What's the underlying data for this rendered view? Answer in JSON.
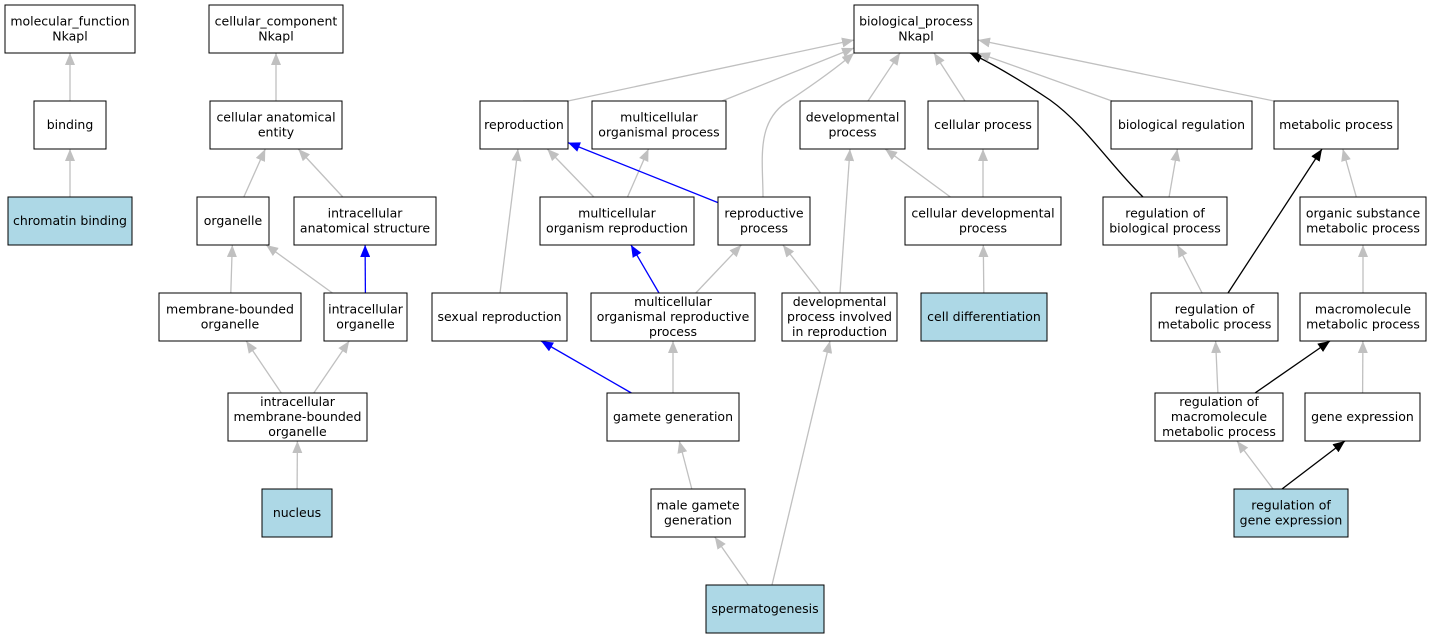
{
  "colors": {
    "term_fill": "#ffffff",
    "annotated_fill": "#add8e6",
    "edge_is_a": "#c0c0c0",
    "edge_part_of": "#0000ff",
    "edge_regulates": "#000000"
  },
  "nodes": [
    {
      "id": "mf",
      "lines": [
        "molecular_function",
        "Nkapl"
      ],
      "annotated": false
    },
    {
      "id": "cc",
      "lines": [
        "cellular_component",
        "Nkapl"
      ],
      "annotated": false
    },
    {
      "id": "bp",
      "lines": [
        "biological_process",
        "Nkapl"
      ],
      "annotated": false
    },
    {
      "id": "binding",
      "lines": [
        "binding"
      ],
      "annotated": false
    },
    {
      "id": "cae",
      "lines": [
        "cellular anatomical",
        "entity"
      ],
      "annotated": false
    },
    {
      "id": "repro",
      "lines": [
        "reproduction"
      ],
      "annotated": false
    },
    {
      "id": "mop",
      "lines": [
        "multicellular",
        "organismal process"
      ],
      "annotated": false
    },
    {
      "id": "devp",
      "lines": [
        "developmental",
        "process"
      ],
      "annotated": false
    },
    {
      "id": "cellp",
      "lines": [
        "cellular process"
      ],
      "annotated": false
    },
    {
      "id": "bioreg",
      "lines": [
        "biological regulation"
      ],
      "annotated": false
    },
    {
      "id": "metab",
      "lines": [
        "metabolic process"
      ],
      "annotated": false
    },
    {
      "id": "chromatin",
      "lines": [
        "chromatin binding"
      ],
      "annotated": true
    },
    {
      "id": "organelle",
      "lines": [
        "organelle"
      ],
      "annotated": false
    },
    {
      "id": "ias",
      "lines": [
        "intracellular",
        "anatomical structure"
      ],
      "annotated": false
    },
    {
      "id": "mor",
      "lines": [
        "multicellular",
        "organism reproduction"
      ],
      "annotated": false
    },
    {
      "id": "reprop",
      "lines": [
        "reproductive",
        "process"
      ],
      "annotated": false
    },
    {
      "id": "celldev",
      "lines": [
        "cellular developmental",
        "process"
      ],
      "annotated": false
    },
    {
      "id": "regbio",
      "lines": [
        "regulation of",
        "biological process"
      ],
      "annotated": false
    },
    {
      "id": "osmp",
      "lines": [
        "organic substance",
        "metabolic process"
      ],
      "annotated": false
    },
    {
      "id": "mbo",
      "lines": [
        "membrane-bounded",
        "organelle"
      ],
      "annotated": false
    },
    {
      "id": "io",
      "lines": [
        "intracellular",
        "organelle"
      ],
      "annotated": false
    },
    {
      "id": "sexrep",
      "lines": [
        "sexual reproduction"
      ],
      "annotated": false
    },
    {
      "id": "morp",
      "lines": [
        "multicellular",
        "organismal reproductive",
        "process"
      ],
      "annotated": false
    },
    {
      "id": "dpir",
      "lines": [
        "developmental",
        "process involved",
        "in reproduction"
      ],
      "annotated": false
    },
    {
      "id": "celldiff",
      "lines": [
        "cell differentiation"
      ],
      "annotated": true
    },
    {
      "id": "regmet",
      "lines": [
        "regulation of",
        "metabolic process"
      ],
      "annotated": false
    },
    {
      "id": "macro",
      "lines": [
        "macromolecule",
        "metabolic process"
      ],
      "annotated": false
    },
    {
      "id": "imbo",
      "lines": [
        "intracellular",
        "membrane-bounded",
        "organelle"
      ],
      "annotated": false
    },
    {
      "id": "gamgen",
      "lines": [
        "gamete generation"
      ],
      "annotated": false
    },
    {
      "id": "regmacro",
      "lines": [
        "regulation of",
        "macromolecule",
        "metabolic process"
      ],
      "annotated": false
    },
    {
      "id": "geneexp",
      "lines": [
        "gene expression"
      ],
      "annotated": false
    },
    {
      "id": "nucleus",
      "lines": [
        "nucleus"
      ],
      "annotated": true
    },
    {
      "id": "malegam",
      "lines": [
        "male gamete",
        "generation"
      ],
      "annotated": false
    },
    {
      "id": "reggene",
      "lines": [
        "regulation of",
        "gene expression"
      ],
      "annotated": true
    },
    {
      "id": "sperm",
      "lines": [
        "spermatogenesis"
      ],
      "annotated": true
    }
  ],
  "edges": [
    {
      "from": "binding",
      "to": "mf",
      "type": "is_a"
    },
    {
      "from": "chromatin",
      "to": "binding",
      "type": "is_a"
    },
    {
      "from": "cae",
      "to": "cc",
      "type": "is_a"
    },
    {
      "from": "organelle",
      "to": "cae",
      "type": "is_a"
    },
    {
      "from": "ias",
      "to": "cae",
      "type": "is_a"
    },
    {
      "from": "mbo",
      "to": "organelle",
      "type": "is_a"
    },
    {
      "from": "io",
      "to": "organelle",
      "type": "is_a"
    },
    {
      "from": "io",
      "to": "ias",
      "type": "part_of"
    },
    {
      "from": "imbo",
      "to": "mbo",
      "type": "is_a"
    },
    {
      "from": "imbo",
      "to": "io",
      "type": "is_a"
    },
    {
      "from": "nucleus",
      "to": "imbo",
      "type": "is_a"
    },
    {
      "from": "repro",
      "to": "bp",
      "type": "is_a"
    },
    {
      "from": "mop",
      "to": "bp",
      "type": "is_a"
    },
    {
      "from": "reprop",
      "to": "bp",
      "type": "is_a"
    },
    {
      "from": "devp",
      "to": "bp",
      "type": "is_a"
    },
    {
      "from": "cellp",
      "to": "bp",
      "type": "is_a"
    },
    {
      "from": "regbio",
      "to": "bp",
      "type": "regulates"
    },
    {
      "from": "bioreg",
      "to": "bp",
      "type": "is_a"
    },
    {
      "from": "metab",
      "to": "bp",
      "type": "is_a"
    },
    {
      "from": "mor",
      "to": "repro",
      "type": "is_a"
    },
    {
      "from": "mor",
      "to": "mop",
      "type": "is_a"
    },
    {
      "from": "reprop",
      "to": "repro",
      "type": "part_of"
    },
    {
      "from": "sexrep",
      "to": "repro",
      "type": "is_a"
    },
    {
      "from": "morp",
      "to": "mor",
      "type": "part_of"
    },
    {
      "from": "morp",
      "to": "reprop",
      "type": "is_a"
    },
    {
      "from": "dpir",
      "to": "reprop",
      "type": "is_a"
    },
    {
      "from": "dpir",
      "to": "devp",
      "type": "is_a"
    },
    {
      "from": "celldev",
      "to": "devp",
      "type": "is_a"
    },
    {
      "from": "celldev",
      "to": "cellp",
      "type": "is_a"
    },
    {
      "from": "celldiff",
      "to": "celldev",
      "type": "is_a"
    },
    {
      "from": "regbio",
      "to": "bioreg",
      "type": "is_a"
    },
    {
      "from": "regmet",
      "to": "regbio",
      "type": "is_a"
    },
    {
      "from": "regmet",
      "to": "metab",
      "type": "regulates"
    },
    {
      "from": "osmp",
      "to": "metab",
      "type": "is_a"
    },
    {
      "from": "macro",
      "to": "osmp",
      "type": "is_a"
    },
    {
      "from": "regmacro",
      "to": "regmet",
      "type": "is_a"
    },
    {
      "from": "regmacro",
      "to": "macro",
      "type": "regulates"
    },
    {
      "from": "geneexp",
      "to": "macro",
      "type": "is_a"
    },
    {
      "from": "reggene",
      "to": "regmacro",
      "type": "is_a"
    },
    {
      "from": "reggene",
      "to": "geneexp",
      "type": "regulates"
    },
    {
      "from": "gamgen",
      "to": "sexrep",
      "type": "part_of"
    },
    {
      "from": "gamgen",
      "to": "morp",
      "type": "is_a"
    },
    {
      "from": "malegam",
      "to": "gamgen",
      "type": "is_a"
    },
    {
      "from": "sperm",
      "to": "malegam",
      "type": "is_a"
    },
    {
      "from": "sperm",
      "to": "dpir",
      "type": "is_a"
    }
  ]
}
